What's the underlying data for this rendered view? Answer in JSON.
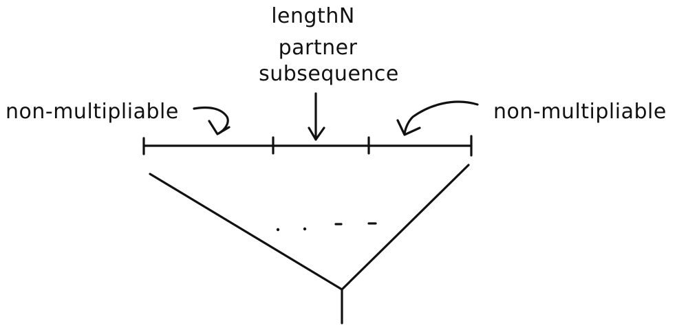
{
  "labels": {
    "top_line1": "lengthN",
    "top_line2": "partner",
    "top_line3": "subsequence",
    "left": "non-multipliable",
    "right": "non-multipliable"
  },
  "ellipsis": ". . - -",
  "colors": {
    "ink": "#111111",
    "background": "#ffffff"
  }
}
